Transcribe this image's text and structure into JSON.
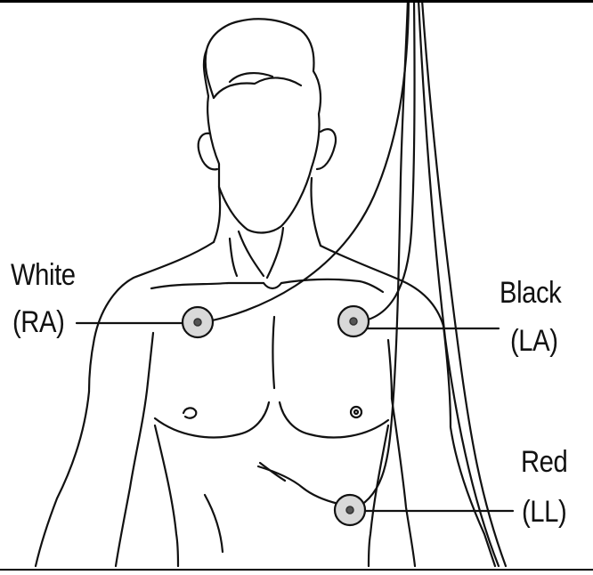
{
  "labels": {
    "ra_color": "White",
    "ra_code": "(RA)",
    "la_color": "Black",
    "la_code": "(LA)",
    "ll_color": "Red",
    "ll_code": "(LL)"
  },
  "colors": {
    "line": "#111111",
    "electrode_fill": "#d9d9d9",
    "background": "#ffffff"
  }
}
